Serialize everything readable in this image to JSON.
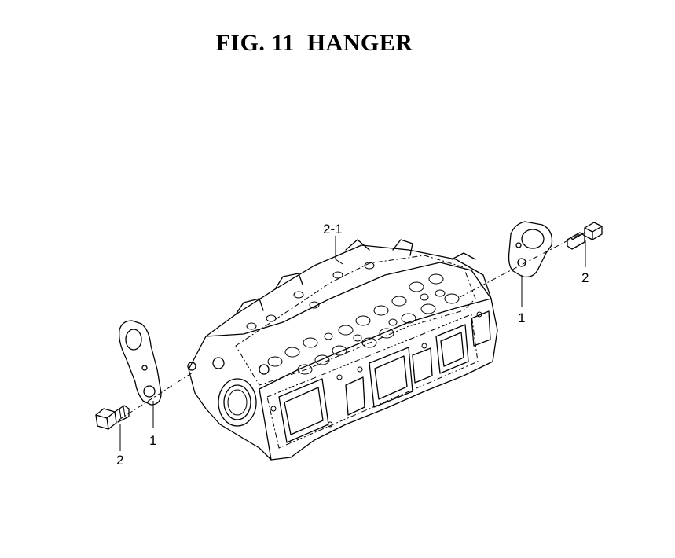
{
  "figure": {
    "title": "FIG. 11  HANGER"
  },
  "callouts": {
    "cylinder_head": "2-1",
    "hanger_right": "1",
    "bolt_right": "2",
    "hanger_left": "1",
    "bolt_left": "2"
  }
}
